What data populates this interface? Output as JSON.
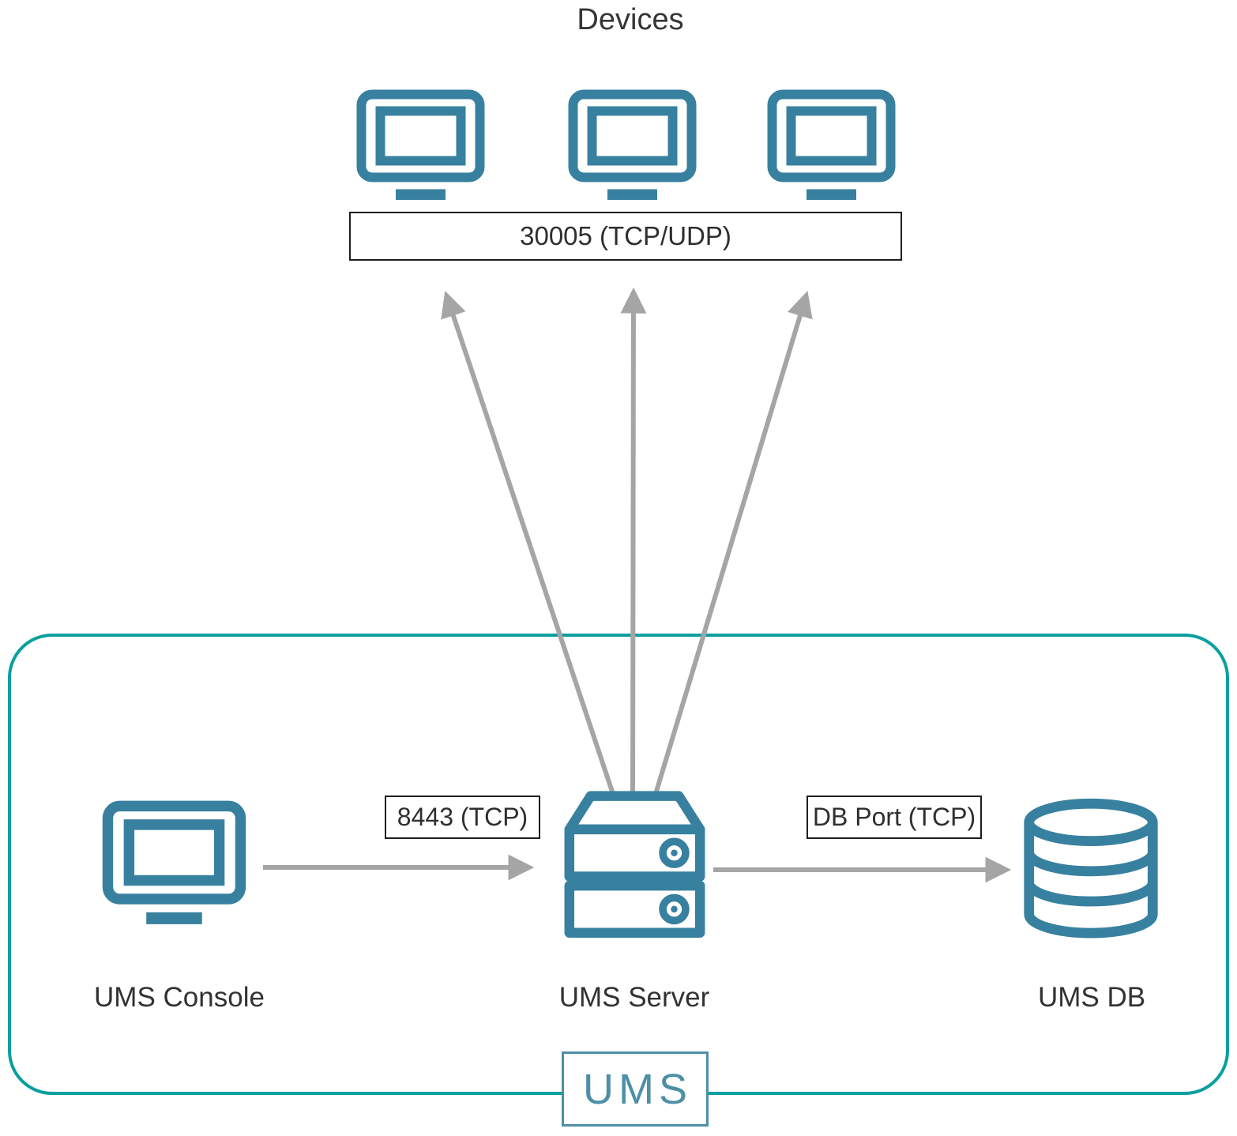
{
  "diagram": {
    "title": "Devices",
    "devices_port": "30005 (TCP/UDP)",
    "nodes": {
      "console": "UMS Console",
      "server": "UMS Server",
      "db": "UMS DB"
    },
    "edges": {
      "console_server_port": "8443 (TCP)",
      "server_db_port": "DB Port (TCP)"
    },
    "logo": "UMS",
    "icons": {
      "devices": "monitor-icon",
      "console": "monitor-icon",
      "server": "server-stack-icon",
      "db": "database-cylinder-icon"
    },
    "colors": {
      "icon_teal": "#38809f",
      "boundary_teal": "#0a9f9f",
      "arrow_gray": "#a5a5a5",
      "logo_teal": "#4d8fa6",
      "text": "#323232"
    }
  }
}
